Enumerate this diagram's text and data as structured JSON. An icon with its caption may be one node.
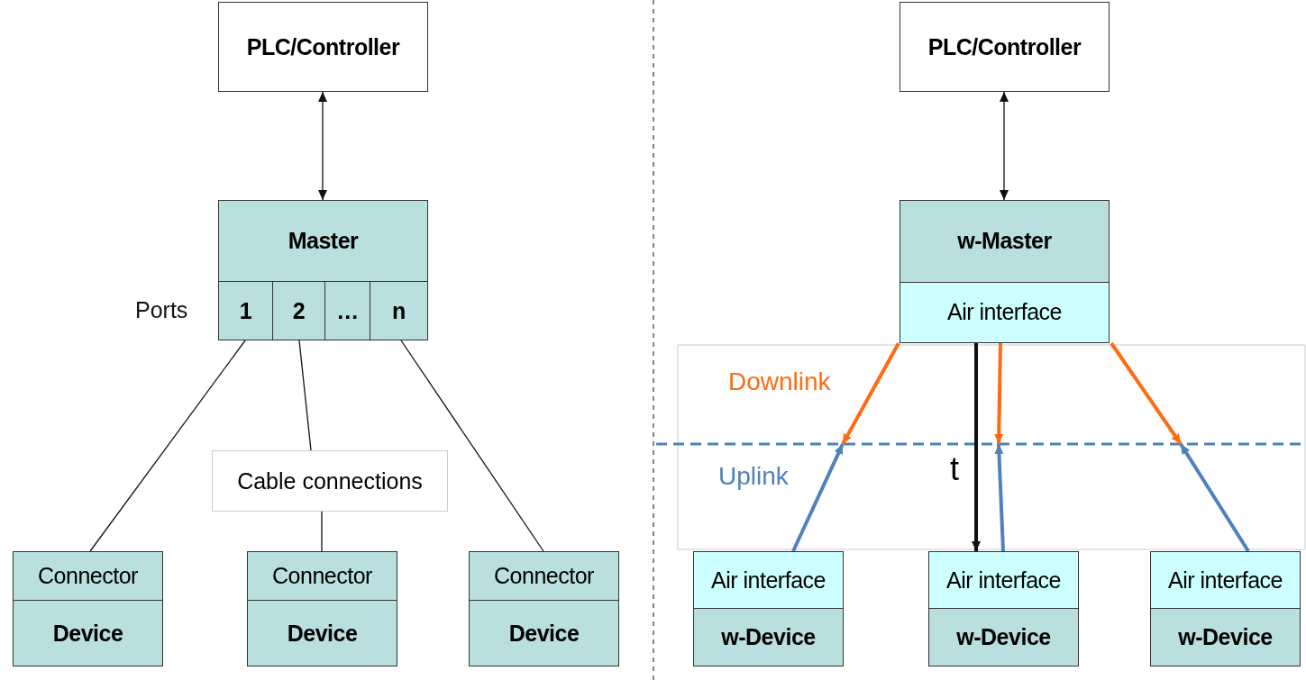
{
  "diagram": {
    "nodes": [
      {
        "text": [
          "PLC/Controller"
        ]
      },
      {
        "text": [
          "Master"
        ]
      },
      {
        "text": [
          "1"
        ]
      },
      {
        "text": [
          "2"
        ]
      },
      {
        "text": [
          "…"
        ]
      },
      {
        "text": [
          "n"
        ]
      },
      {
        "text": [
          "Connector",
          "Device"
        ]
      },
      {
        "text": [
          "Connector",
          "Device"
        ]
      },
      {
        "text": [
          "Connector",
          "Device"
        ]
      },
      {
        "text": [
          "PLC/Controller"
        ]
      },
      {
        "text": [
          "w-Master",
          "Air interface"
        ]
      },
      {
        "text": [
          "Air interface",
          "w-Device"
        ]
      },
      {
        "text": [
          "Air interface",
          "w-Device"
        ]
      },
      {
        "text": [
          "Air interface",
          "w-Device"
        ]
      }
    ],
    "edges": [
      {
        "from": 0,
        "to": 1,
        "arrow": "both"
      },
      {
        "from": 2,
        "to": 6,
        "arrow": "none"
      },
      {
        "from": 3,
        "to": 7,
        "arrow": "none",
        "label": "Cable connections"
      },
      {
        "from": 5,
        "to": 8,
        "arrow": "none"
      },
      {
        "from": 9,
        "to": 10,
        "arrow": "both"
      },
      {
        "from": 10,
        "to": null,
        "arrow": "to",
        "color": "#ff6a13"
      },
      {
        "from": 10,
        "to": null,
        "arrow": "to",
        "color": "#ff6a13"
      },
      {
        "from": 10,
        "to": null,
        "arrow": "to",
        "color": "#ff6a13"
      },
      {
        "from": 11,
        "to": null,
        "arrow": "to",
        "color": "#4f81bd"
      },
      {
        "from": 12,
        "to": null,
        "arrow": "to",
        "color": "#4f81bd"
      },
      {
        "from": 13,
        "to": null,
        "arrow": "to",
        "color": "#4f81bd"
      },
      {
        "from": 10,
        "to": 12,
        "arrow": "to",
        "label": "t"
      }
    ],
    "labels": [
      "Ports",
      "Downlink",
      "Uplink"
    ]
  }
}
